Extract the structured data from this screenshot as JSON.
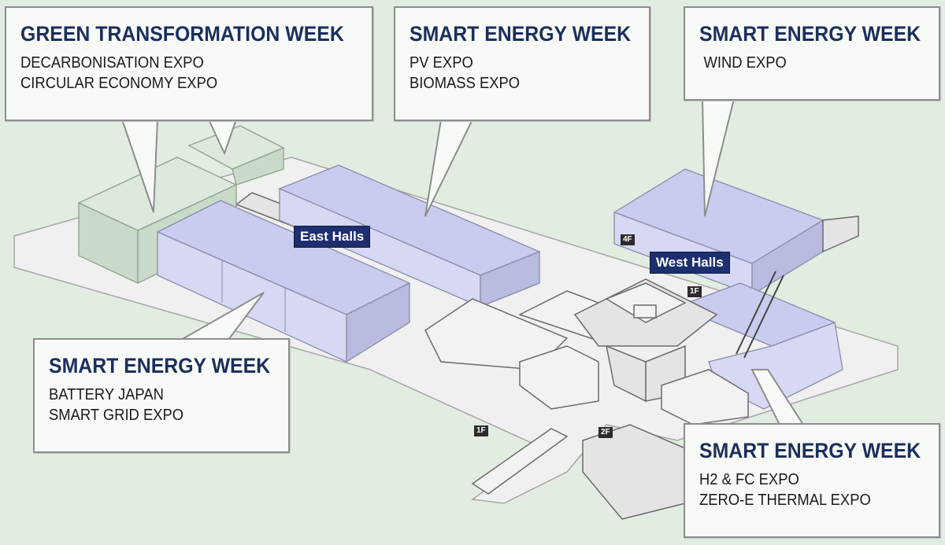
{
  "callouts": {
    "green_transformation": {
      "title": "GREEN TRANSFORMATION WEEK",
      "items": [
        "DECARBONISATION EXPO",
        "CIRCULAR ECONOMY EXPO"
      ]
    },
    "smart_energy_pv": {
      "title": "SMART ENERGY WEEK",
      "items": [
        "PV EXPO",
        "BIOMASS EXPO"
      ]
    },
    "smart_energy_wind": {
      "title": "SMART ENERGY WEEK",
      "items": [
        "WIND EXPO"
      ]
    },
    "smart_energy_battery": {
      "title": "SMART ENERGY WEEK",
      "items": [
        "BATTERY JAPAN",
        "SMART GRID EXPO"
      ]
    },
    "smart_energy_h2": {
      "title": "SMART ENERGY WEEK",
      "items": [
        "H2 & FC EXPO",
        "ZERO-E THERMAL EXPO"
      ]
    }
  },
  "halls": {
    "east": "East Halls",
    "west": "West Halls"
  },
  "floors": {
    "west_4f": "4F",
    "west_1f": "1F",
    "east_1f": "1F",
    "entrance_2f": "2F"
  },
  "colors": {
    "background": "#e2ede2",
    "hall_fill": "#d6d8f4",
    "green_hall_fill": "#dce9dc",
    "title_navy": "#1b2f5c",
    "hall_label_bg": "#1d2f6e"
  }
}
